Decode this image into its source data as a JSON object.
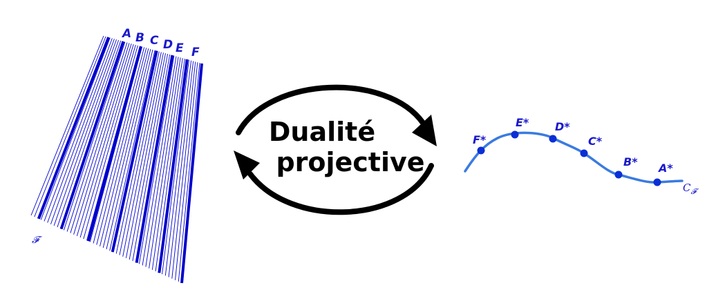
{
  "colors": {
    "line_blue": "#0000cc",
    "curve_blue": "#3a7be0",
    "point_blue": "#0a2fd6",
    "label_blue": "#1a1acc",
    "arrow_black": "#000000"
  },
  "left_panel": {
    "family_symbol": "𝓕",
    "labels": [
      "A",
      "B",
      "C",
      "D",
      "E",
      "F"
    ]
  },
  "center": {
    "line1": "Dualité",
    "line2": "projective"
  },
  "right_panel": {
    "points": [
      "F*",
      "E*",
      "D*",
      "C*",
      "B*",
      "A*"
    ],
    "curve_label_main": "C",
    "curve_label_sub": "𝓕"
  }
}
